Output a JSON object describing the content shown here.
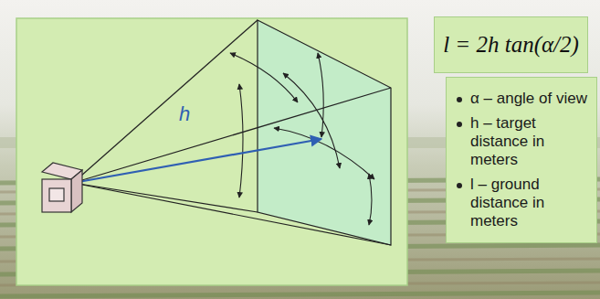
{
  "diagram": {
    "nodes": [
      {
        "text": [
          "l = 2h tan(α/2)"
        ]
      },
      {
        "text": [
          "α – angle of view",
          "h – target distance in meters",
          "l – ground distance in meters"
        ]
      }
    ],
    "labels": [
      "h"
    ]
  }
}
